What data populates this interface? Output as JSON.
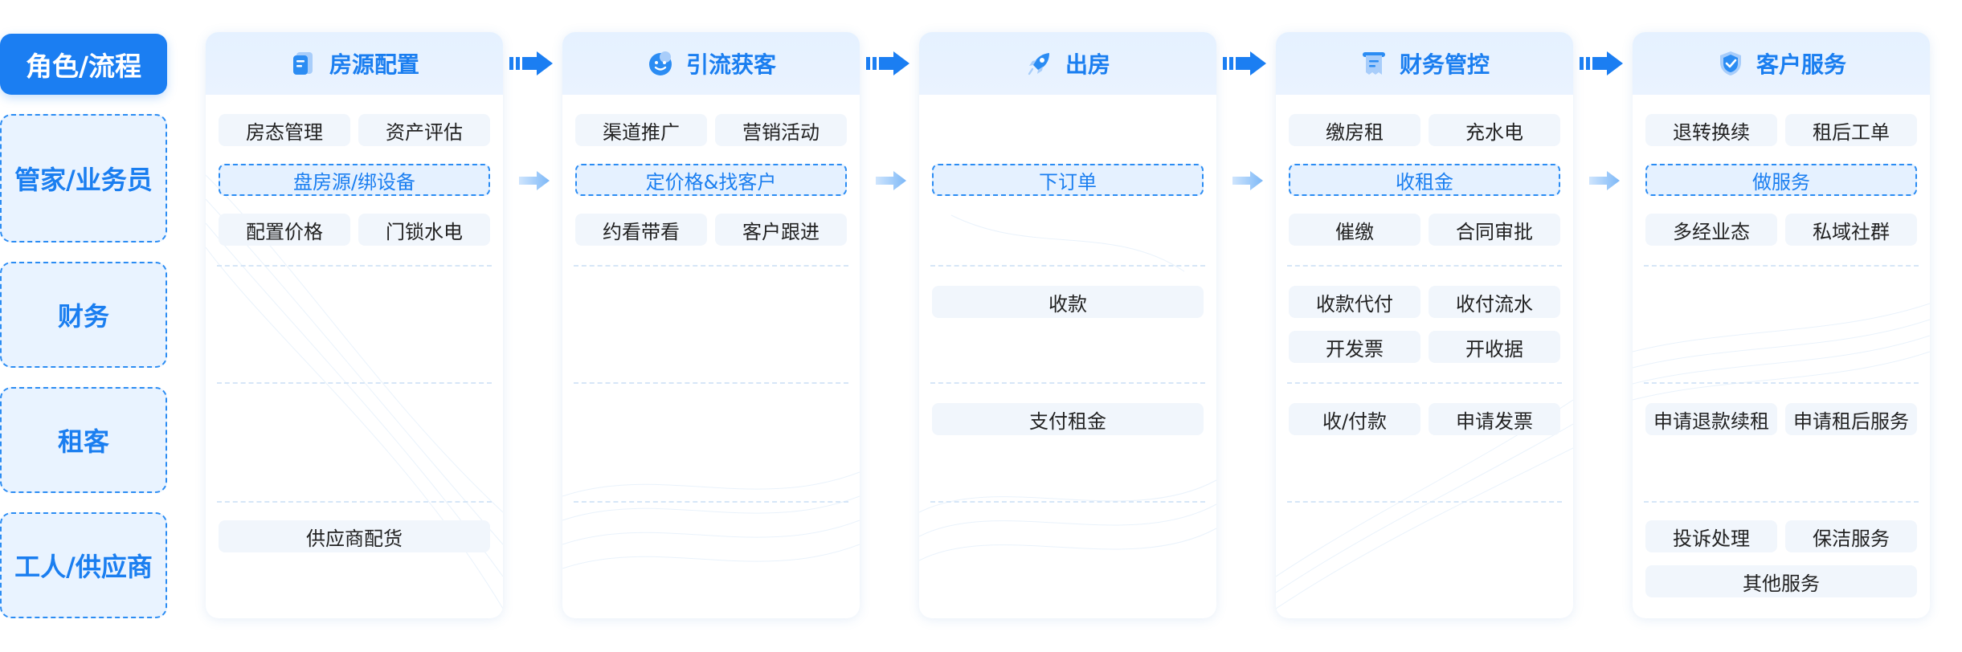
{
  "roles": {
    "header": "角色/流程",
    "manager": "管家/业务员",
    "finance": "财务",
    "tenant": "租客",
    "supplier": "工人/供应商"
  },
  "columns": [
    {
      "title": "房源配置",
      "icon": "house-card-icon",
      "manager": [
        "房态管理",
        "资产评估",
        "盘房源/绑设备",
        "配置价格",
        "门锁水电"
      ],
      "supplier": [
        "供应商配货"
      ]
    },
    {
      "title": "引流获客",
      "icon": "smiley-face-icon",
      "manager": [
        "渠道推广",
        "营销活动",
        "定价格&找客户",
        "约看带看",
        "客户跟进"
      ]
    },
    {
      "title": "出房",
      "icon": "rocket-icon",
      "manager": [
        "下订单"
      ],
      "finance": [
        "收款"
      ],
      "tenant": [
        "支付租金"
      ]
    },
    {
      "title": "财务管控",
      "icon": "receipt-icon",
      "manager": [
        "缴房租",
        "充水电",
        "收租金",
        "催缴",
        "合同审批"
      ],
      "finance": [
        "收款代付",
        "收付流水",
        "开发票",
        "开收据"
      ],
      "tenant": [
        "收/付款",
        "申请发票"
      ]
    },
    {
      "title": "客户服务",
      "icon": "shield-check-icon",
      "manager": [
        "退转换续",
        "租后工单",
        "做服务",
        "多经业态",
        "私域社群"
      ],
      "tenant": [
        "申请退款续租",
        "申请租后服务"
      ],
      "supplier": [
        "投诉处理",
        "保洁服务",
        "其他服务"
      ]
    }
  ],
  "colors": {
    "accent": "#1b7ef2",
    "light": "#e9f3ff",
    "item": "#f1f6fc"
  }
}
